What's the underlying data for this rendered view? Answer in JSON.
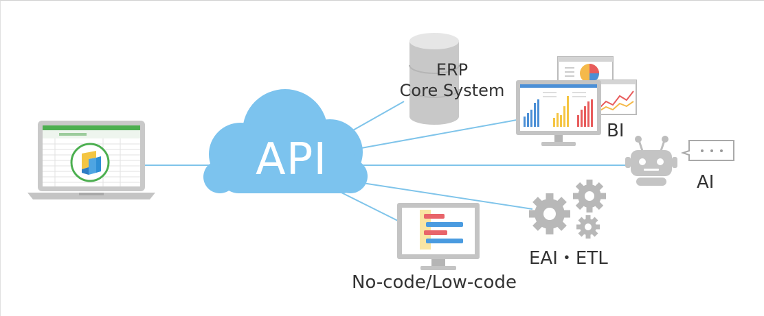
{
  "hub": {
    "label": "API"
  },
  "nodes": {
    "erp": {
      "line1": "ERP",
      "line2": "Core System"
    },
    "bi": {
      "label": "BI"
    },
    "ai": {
      "label": "AI",
      "bubble_icon": "speech-bubble-dots"
    },
    "eai": {
      "label": "EAI・ETL"
    },
    "nocode": {
      "label": "No-code/Low-code"
    }
  },
  "colors": {
    "connector": "#7fc4ea",
    "cloud": "#7cc3ee",
    "device": "#c8c8c8",
    "device_dark": "#a9a9a9",
    "gear": "#b8b8b8"
  }
}
